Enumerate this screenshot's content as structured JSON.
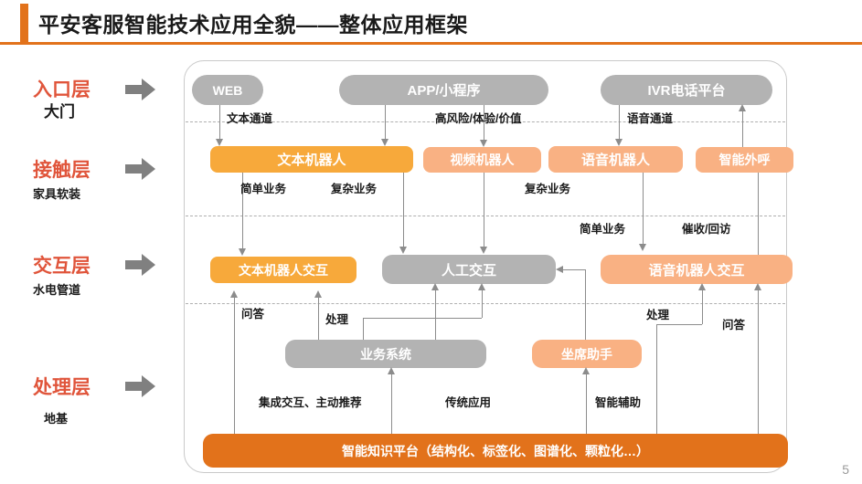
{
  "header": {
    "title": "平安客服智能技术应用全貌——整体应用框架",
    "accent_color": "#E2721B"
  },
  "layers": [
    {
      "name": "入口层",
      "sub": "大门",
      "arrow_icon": "right-arrow-icon"
    },
    {
      "name": "接触层",
      "sub": "家具软装",
      "arrow_icon": "right-arrow-icon"
    },
    {
      "name": "交互层",
      "sub": "水电管道",
      "arrow_icon": "right-arrow-icon"
    },
    {
      "name": "处理层",
      "sub": "地基",
      "arrow_icon": "right-arrow-icon"
    }
  ],
  "nodes": {
    "entry": [
      {
        "label": "WEB",
        "color": "#B3B3B3"
      },
      {
        "label": "APP/小程序",
        "color": "#B3B3B3"
      },
      {
        "label": "IVR电话平台",
        "color": "#B3B3B3"
      }
    ],
    "contact": [
      {
        "label": "文本机器人",
        "color": "#F7A93B"
      },
      {
        "label": "视频机器人",
        "color": "#F9B183"
      },
      {
        "label": "语音机器人",
        "color": "#F9B183"
      },
      {
        "label": "智能外呼",
        "color": "#F9B183"
      }
    ],
    "interaction": [
      {
        "label": "文本机器人交互",
        "color": "#F7A93B"
      },
      {
        "label": "人工交互",
        "color": "#B3B3B3"
      },
      {
        "label": "语音机器人交互",
        "color": "#F9B183"
      }
    ],
    "processing": [
      {
        "label": "业务系统",
        "color": "#B3B3B3"
      },
      {
        "label": "坐席助手",
        "color": "#F9B183"
      }
    ],
    "foundation": {
      "label": "智能知识平台（结构化、标签化、图谱化、颗粒化…）",
      "color": "#E2721B"
    }
  },
  "edge_labels": {
    "text_channel": "文本通道",
    "high_risk": "高风险/体验/价值",
    "voice_channel": "语音通道",
    "simple_business_1": "简单业务",
    "complex_business_1": "复杂业务",
    "complex_business_2": "复杂业务",
    "simple_business_2": "简单业务",
    "collection_revisit": "催收/回访",
    "qa_left": "问答",
    "process_left": "处理",
    "process_right": "处理",
    "qa_right": "问答",
    "integrated_interaction": "集成交互、主动推荐",
    "traditional_app": "传统应用",
    "smart_assist": "智能辅助"
  },
  "page_number": "5"
}
